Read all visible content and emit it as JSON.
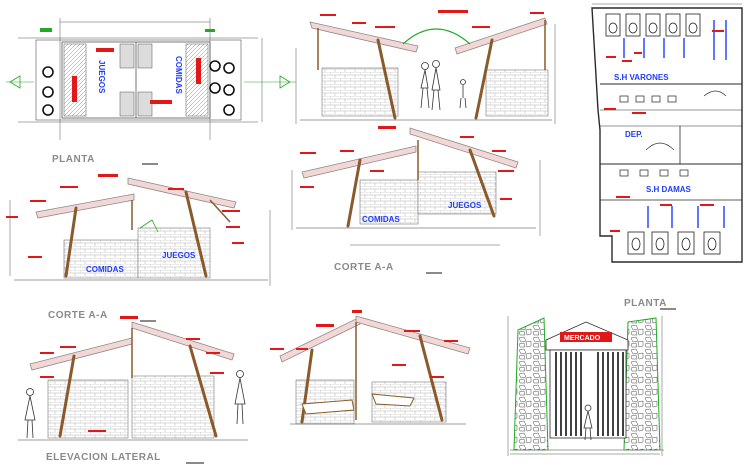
{
  "drawing": {
    "labels": {
      "planta_top": "PLANTA",
      "juegos": "JUEGOS",
      "comidas": "COMIDAS",
      "corte_aa_left": "CORTE A-A",
      "corte_aa_mid": "CORTE A-A",
      "elevacion": "ELEVACION LATERAL",
      "planta_right": "PLANTA",
      "sh_varones": "S.H VARONES",
      "dep": "DEP.",
      "sh_damas": "S.H DAMAS",
      "mercado": "MERCADO"
    },
    "colors": {
      "annotation_red": "#e01818",
      "text_blue": "#1f3cff",
      "roof_pink": "#f3d7d7",
      "wood_brown": "#8a5a2a",
      "line_green": "#22aa22",
      "title_gray": "#8a8a8a"
    }
  }
}
